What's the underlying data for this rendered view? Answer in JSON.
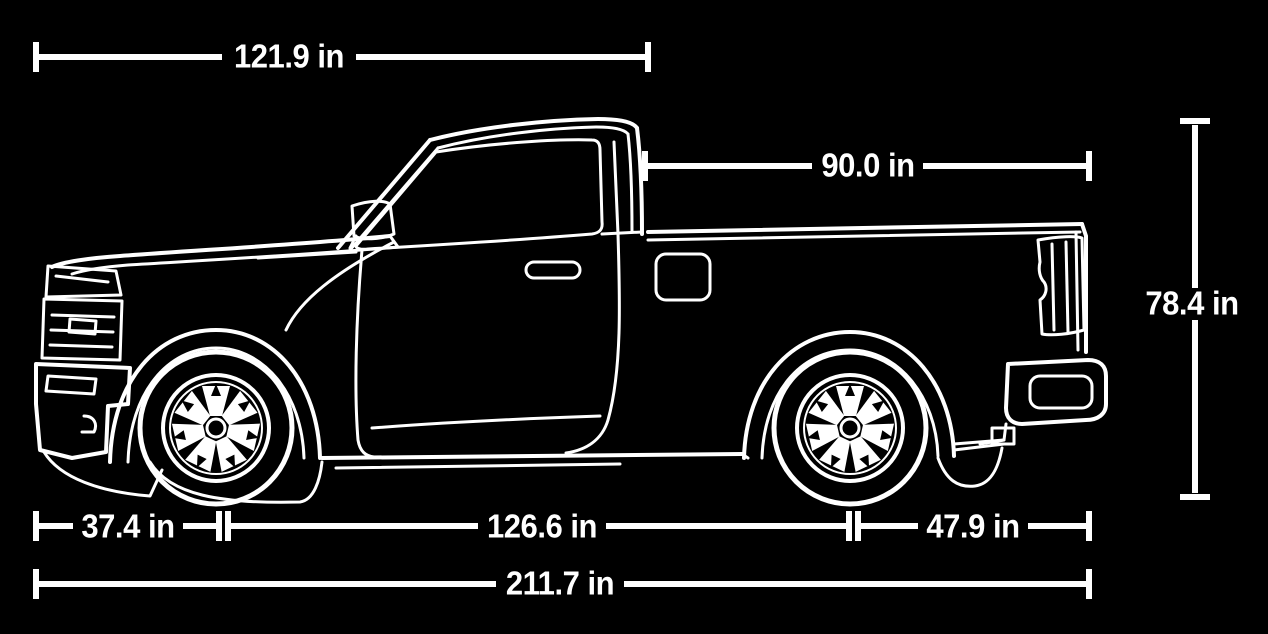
{
  "diagram": {
    "type": "vehicle-dimension-diagram",
    "vehicle": "pickup-truck-side-view",
    "style": "white-outline-on-black",
    "unit": "in"
  },
  "colors": {
    "background": "#000000",
    "line": "#ffffff",
    "text": "#ffffff"
  },
  "dimensions": {
    "front_section_length": {
      "label": "121.9 in",
      "value": 121.9
    },
    "bed_length": {
      "label": "90.0 in",
      "value": 90.0
    },
    "overall_height": {
      "label": "78.4 in",
      "value": 78.4
    },
    "front_overhang": {
      "label": "37.4 in",
      "value": 37.4
    },
    "wheelbase": {
      "label": "126.6 in",
      "value": 126.6
    },
    "rear_overhang": {
      "label": "47.9 in",
      "value": 47.9
    },
    "overall_length": {
      "label": "211.7 in",
      "value": 211.7
    }
  }
}
